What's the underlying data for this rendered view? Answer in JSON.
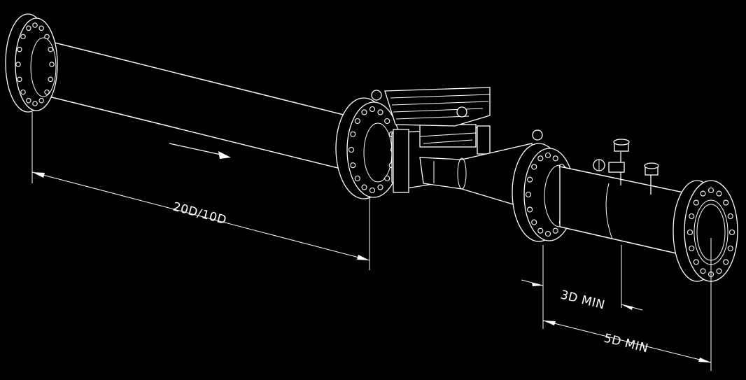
{
  "dimensions": {
    "upstream_length": "20D/10D",
    "pressure_tap_min": "3D MIN",
    "downstream_length": "5D MIN"
  },
  "flow_direction": "left-to-right",
  "colors": {
    "background": "#000000",
    "linework": "#ffffff"
  }
}
